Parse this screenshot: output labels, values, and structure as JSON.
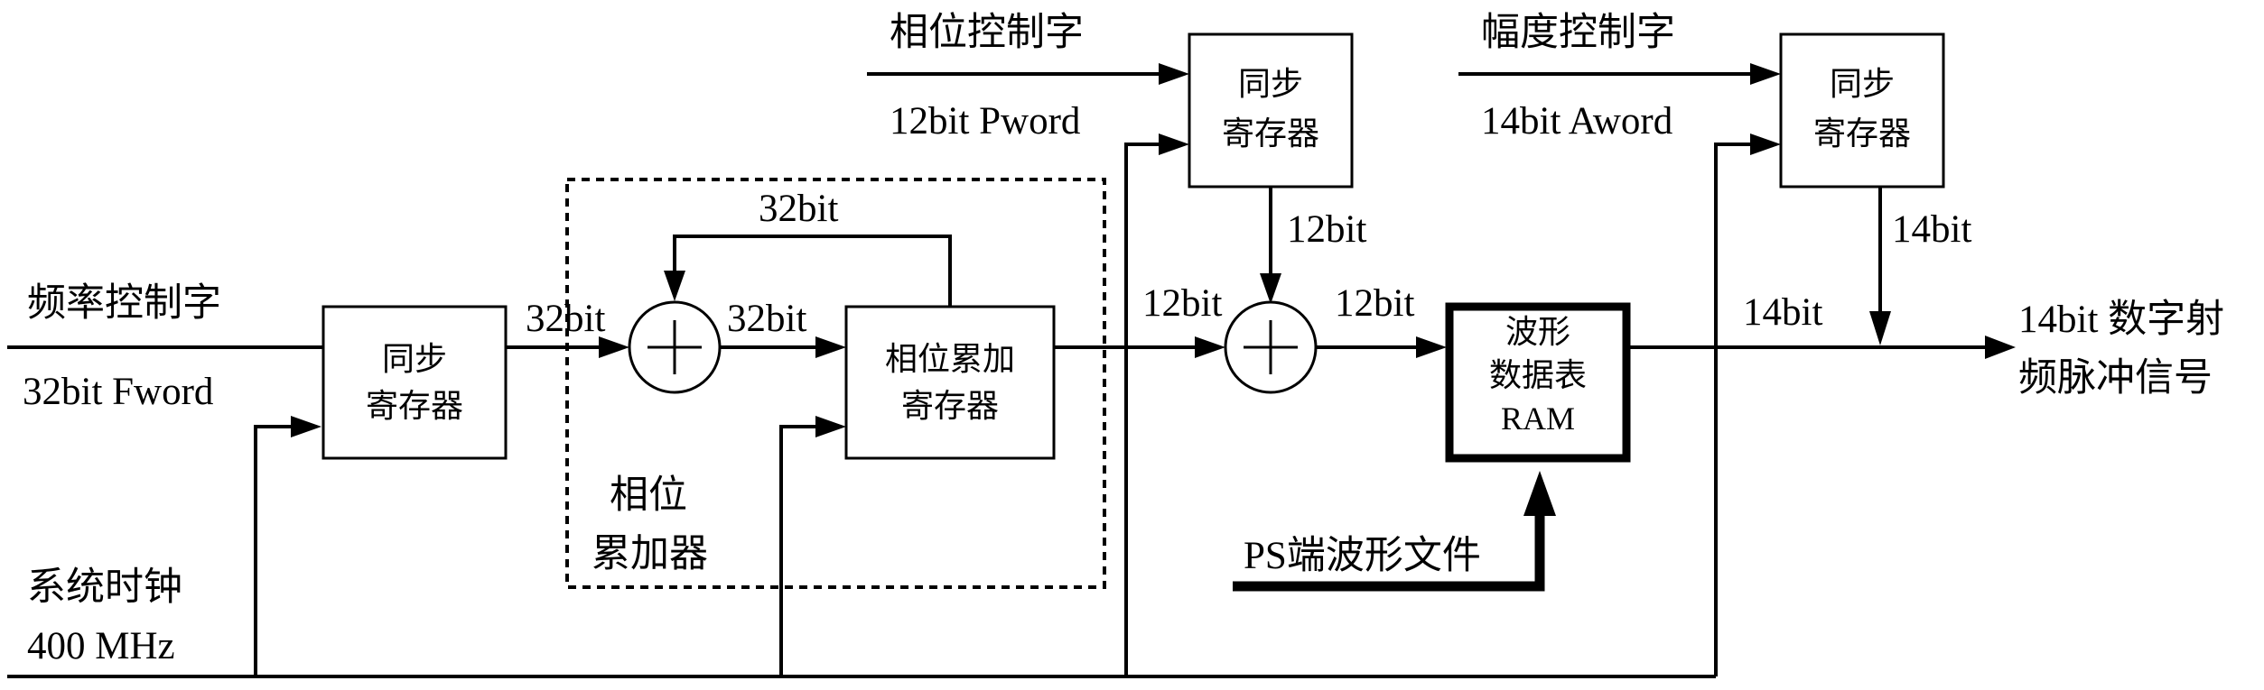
{
  "inputs": {
    "freq_word_label": "频率控制字",
    "freq_word_bits": "32bit Fword",
    "phase_word_label": "相位控制字",
    "phase_word_bits": "12bit Pword",
    "amp_word_label": "幅度控制字",
    "amp_word_bits": "14bit Aword",
    "clock_label": "系统时钟",
    "clock_freq": "400 MHz",
    "ps_file": "PS端波形文件"
  },
  "blocks": {
    "sync_reg_freq": {
      "line1": "同步",
      "line2": "寄存器"
    },
    "phase_acc_reg": {
      "line1": "相位累加",
      "line2": "寄存器"
    },
    "sync_reg_phase": {
      "line1": "同步",
      "line2": "寄存器"
    },
    "sync_reg_amp": {
      "line1": "同步",
      "line2": "寄存器"
    },
    "waveform_ram": {
      "line1": "波形",
      "line2": "数据表",
      "line3": "RAM"
    },
    "phase_accumulator_group": {
      "line1": "相位",
      "line2": "累加器"
    }
  },
  "bus_labels": {
    "acc_in": "32bit",
    "adder_out": "32bit",
    "feedback": "32bit",
    "acc_out": "12bit",
    "phase_reg_out": "12bit",
    "adder2_out": "12bit",
    "ram_out": "14bit",
    "amp_reg_out": "14bit"
  },
  "output": {
    "line1": "14bit 数字射",
    "line2": "频脉冲信号"
  }
}
